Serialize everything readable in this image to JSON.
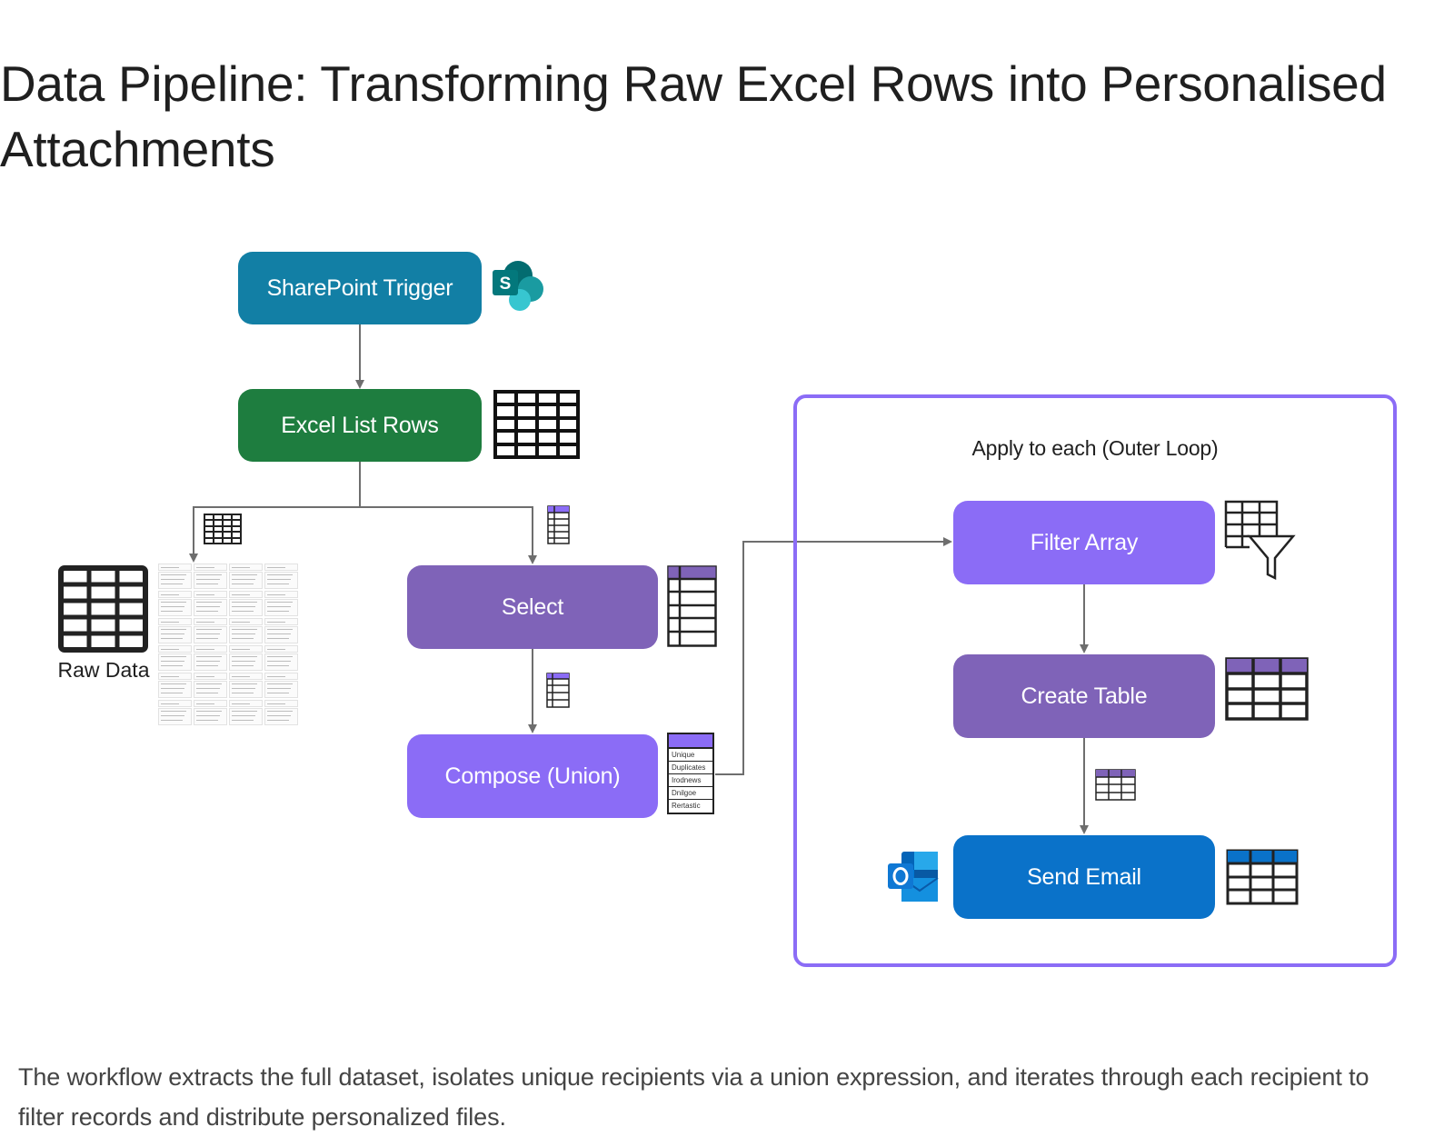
{
  "title": "Data Pipeline: Transforming Raw Excel Rows into Personalised Attachments",
  "diagram": {
    "nodes": {
      "sharepoint_trigger": {
        "label": "SharePoint Trigger",
        "color": "#127fa5",
        "icon": "sharepoint-logo-icon"
      },
      "excel_list_rows": {
        "label": "Excel List Rows",
        "color": "#1e7d3f",
        "icon": "table-grid-icon"
      },
      "select": {
        "label": "Select",
        "color": "#7f63b8",
        "icon": "two-column-table-icon"
      },
      "compose_union": {
        "label": "Compose (Union)",
        "color": "#8b6cf6",
        "icon": "unique-list-icon"
      },
      "filter_array": {
        "label": "Filter Array",
        "color": "#8b6cf6",
        "icon": "table-filter-icon"
      },
      "create_table": {
        "label": "Create Table",
        "color": "#7f63b8",
        "icon": "table-purple-header-icon"
      },
      "send_email": {
        "label": "Send Email",
        "color": "#0a72c9",
        "icon": "outlook-logo-icon"
      }
    },
    "raw_data": {
      "label": "Raw Data",
      "icon": "raw-data-table-icon"
    },
    "loop": {
      "label": "Apply to each (Outer Loop)",
      "border_color": "#8b6cf6"
    },
    "unique_list_rows": [
      "Unique",
      "Duplicates",
      "Irodnews",
      "Dnilgoe",
      "Rertastic"
    ],
    "edges": [
      {
        "from": "sharepoint_trigger",
        "to": "excel_list_rows"
      },
      {
        "from": "excel_list_rows",
        "to": "raw_data"
      },
      {
        "from": "excel_list_rows",
        "to": "select"
      },
      {
        "from": "select",
        "to": "compose_union"
      },
      {
        "from": "compose_union",
        "to": "filter_array"
      },
      {
        "from": "filter_array",
        "to": "create_table"
      },
      {
        "from": "create_table",
        "to": "send_email"
      }
    ],
    "connector_color": "#707070"
  },
  "caption": "The workflow extracts the full dataset, isolates unique recipients via a union expression, and iterates through each recipient to filter records and distribute personalized files."
}
